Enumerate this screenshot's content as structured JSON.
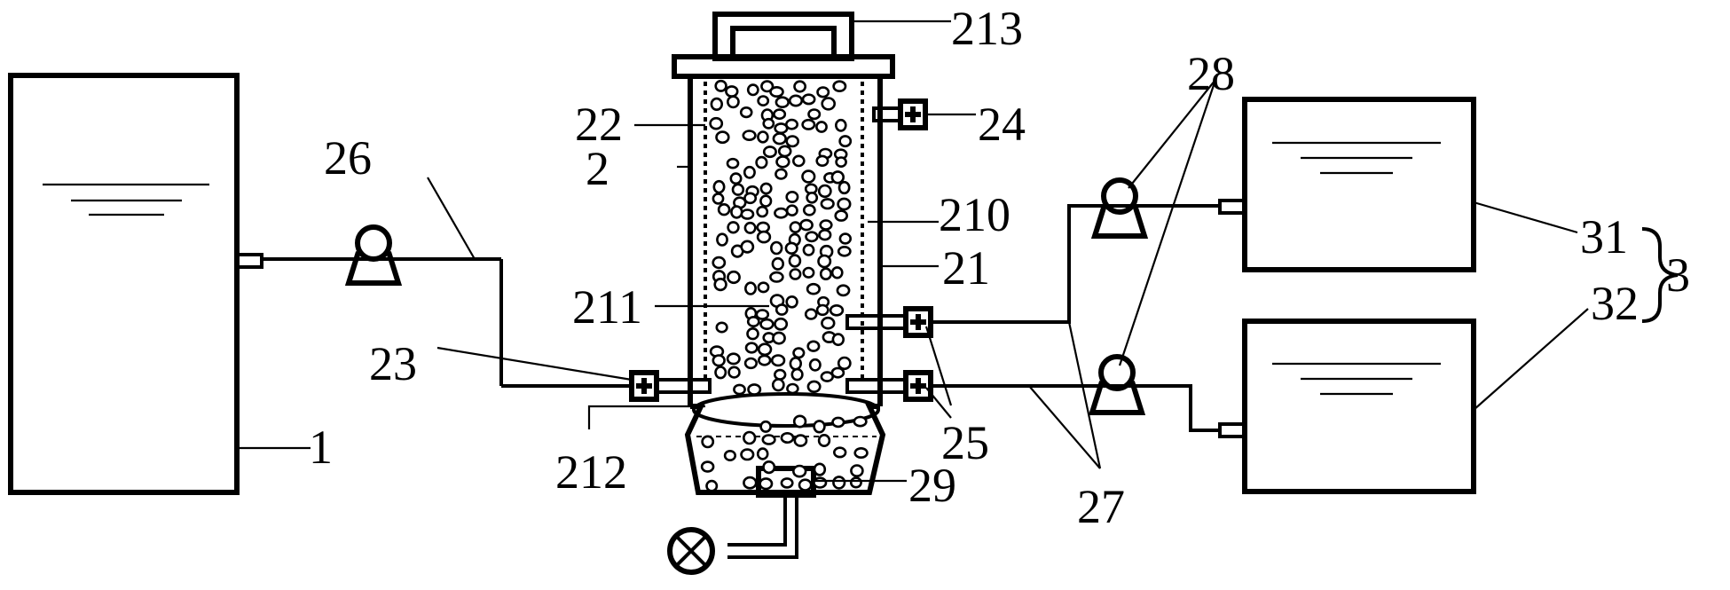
{
  "labels": {
    "l1": "1",
    "l2": "2",
    "l3": "3",
    "l21": "21",
    "l22": "22",
    "l23": "23",
    "l24": "24",
    "l25": "25",
    "l26": "26",
    "l27": "27",
    "l28": "28",
    "l29": "29",
    "l31": "31",
    "l32": "32",
    "l210": "210",
    "l211": "211",
    "l212": "212",
    "l213": "213"
  }
}
